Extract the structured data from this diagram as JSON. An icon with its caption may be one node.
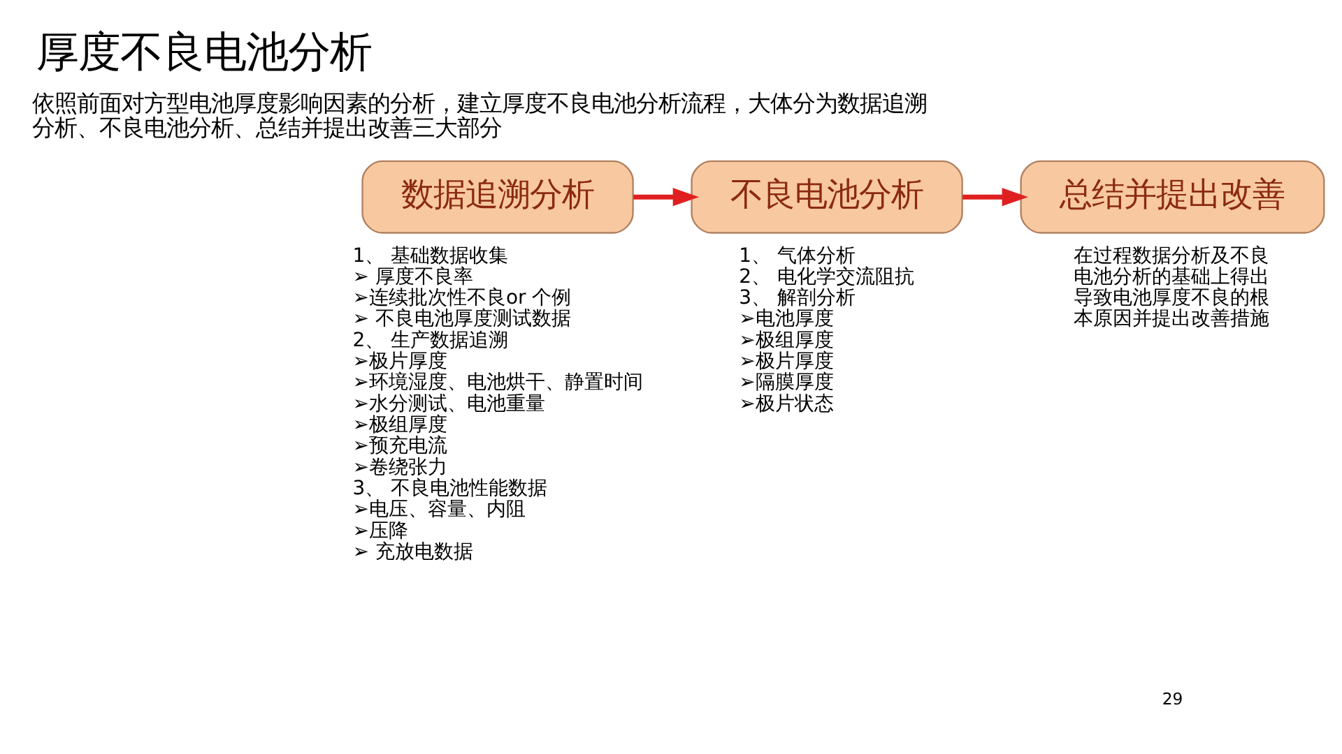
{
  "diagram": {
    "title": "厚度不良电池分析",
    "nodes": [
      {
        "text": [
          "数据追溯分析"
        ],
        "beside": [
          "1、 基础数据收集",
          "➢ 厚度不良率",
          "➢连续批次性不良or 个例",
          "➢ 不良电池厚度测试数据",
          "2、 生产数据追溯",
          "➢极片厚度",
          "➢环境湿度、电池烘干、静置时间",
          "➢水分测试、电池重量",
          "➢极组厚度",
          "➢预充电流",
          "➢卷绕张力",
          "3、 不良电池性能数据",
          "➢电压、容量、内阻",
          "➢压降",
          "➢ 充放电数据"
        ]
      },
      {
        "text": [
          "不良电池分析"
        ],
        "beside": [
          "1、 气体分析",
          "2、 电化学交流阻抗",
          "3、 解剖分析",
          "➢电池厚度",
          "➢极组厚度",
          "➢极片厚度",
          "➢隔膜厚度",
          "➢极片状态"
        ]
      },
      {
        "text": [
          "总结并提出改善"
        ],
        "beside": [
          "在过程数据分析及不良电池分析的基础上得出导致电池厚度不良的根本原因并提出改善措施"
        ]
      }
    ],
    "edges": [
      {
        "from": 0,
        "to": 1,
        "arrow": "to"
      },
      {
        "from": 1,
        "to": 2,
        "arrow": "to"
      }
    ],
    "labels": [
      "依照前面对方型电池厚度影响因素的分析，建立厚度不良电池分析流程，大体分为数据追溯分析、不良电池分析、总结并提出改善三大部分",
      "29"
    ]
  }
}
